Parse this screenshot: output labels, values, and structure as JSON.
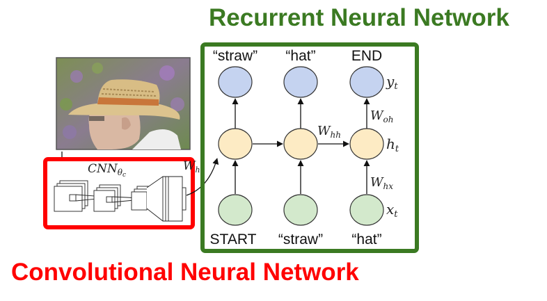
{
  "titles": {
    "rnn": "Recurrent Neural Network",
    "cnn": "Convolutional Neural Network"
  },
  "colors": {
    "rnn_frame": "#3b7a22",
    "cnn_frame": "#ff0000",
    "output_node": "#c5d3f0",
    "hidden_node": "#fdebc4",
    "input_node": "#d3e9cc",
    "node_stroke": "#333333"
  },
  "image": {
    "description": "photo of an elderly man wearing a straw hat with an orange band, flowers in the background"
  },
  "cnn": {
    "label_main": "CNN",
    "label_sub": "θ",
    "label_subsub": "c"
  },
  "rnn": {
    "outputs": [
      "“straw”",
      "“hat”",
      "END"
    ],
    "inputs": [
      "START",
      "“straw”",
      "“hat”"
    ],
    "labels": {
      "y": "y",
      "y_sub": "t",
      "h": "h",
      "h_sub": "t",
      "x": "x",
      "x_sub": "t",
      "woh": "W",
      "woh_sub": "oh",
      "whh": "W",
      "whh_sub": "hh",
      "whx": "W",
      "whx_sub": "hx",
      "whi": "W",
      "whi_sub": "hi"
    }
  }
}
